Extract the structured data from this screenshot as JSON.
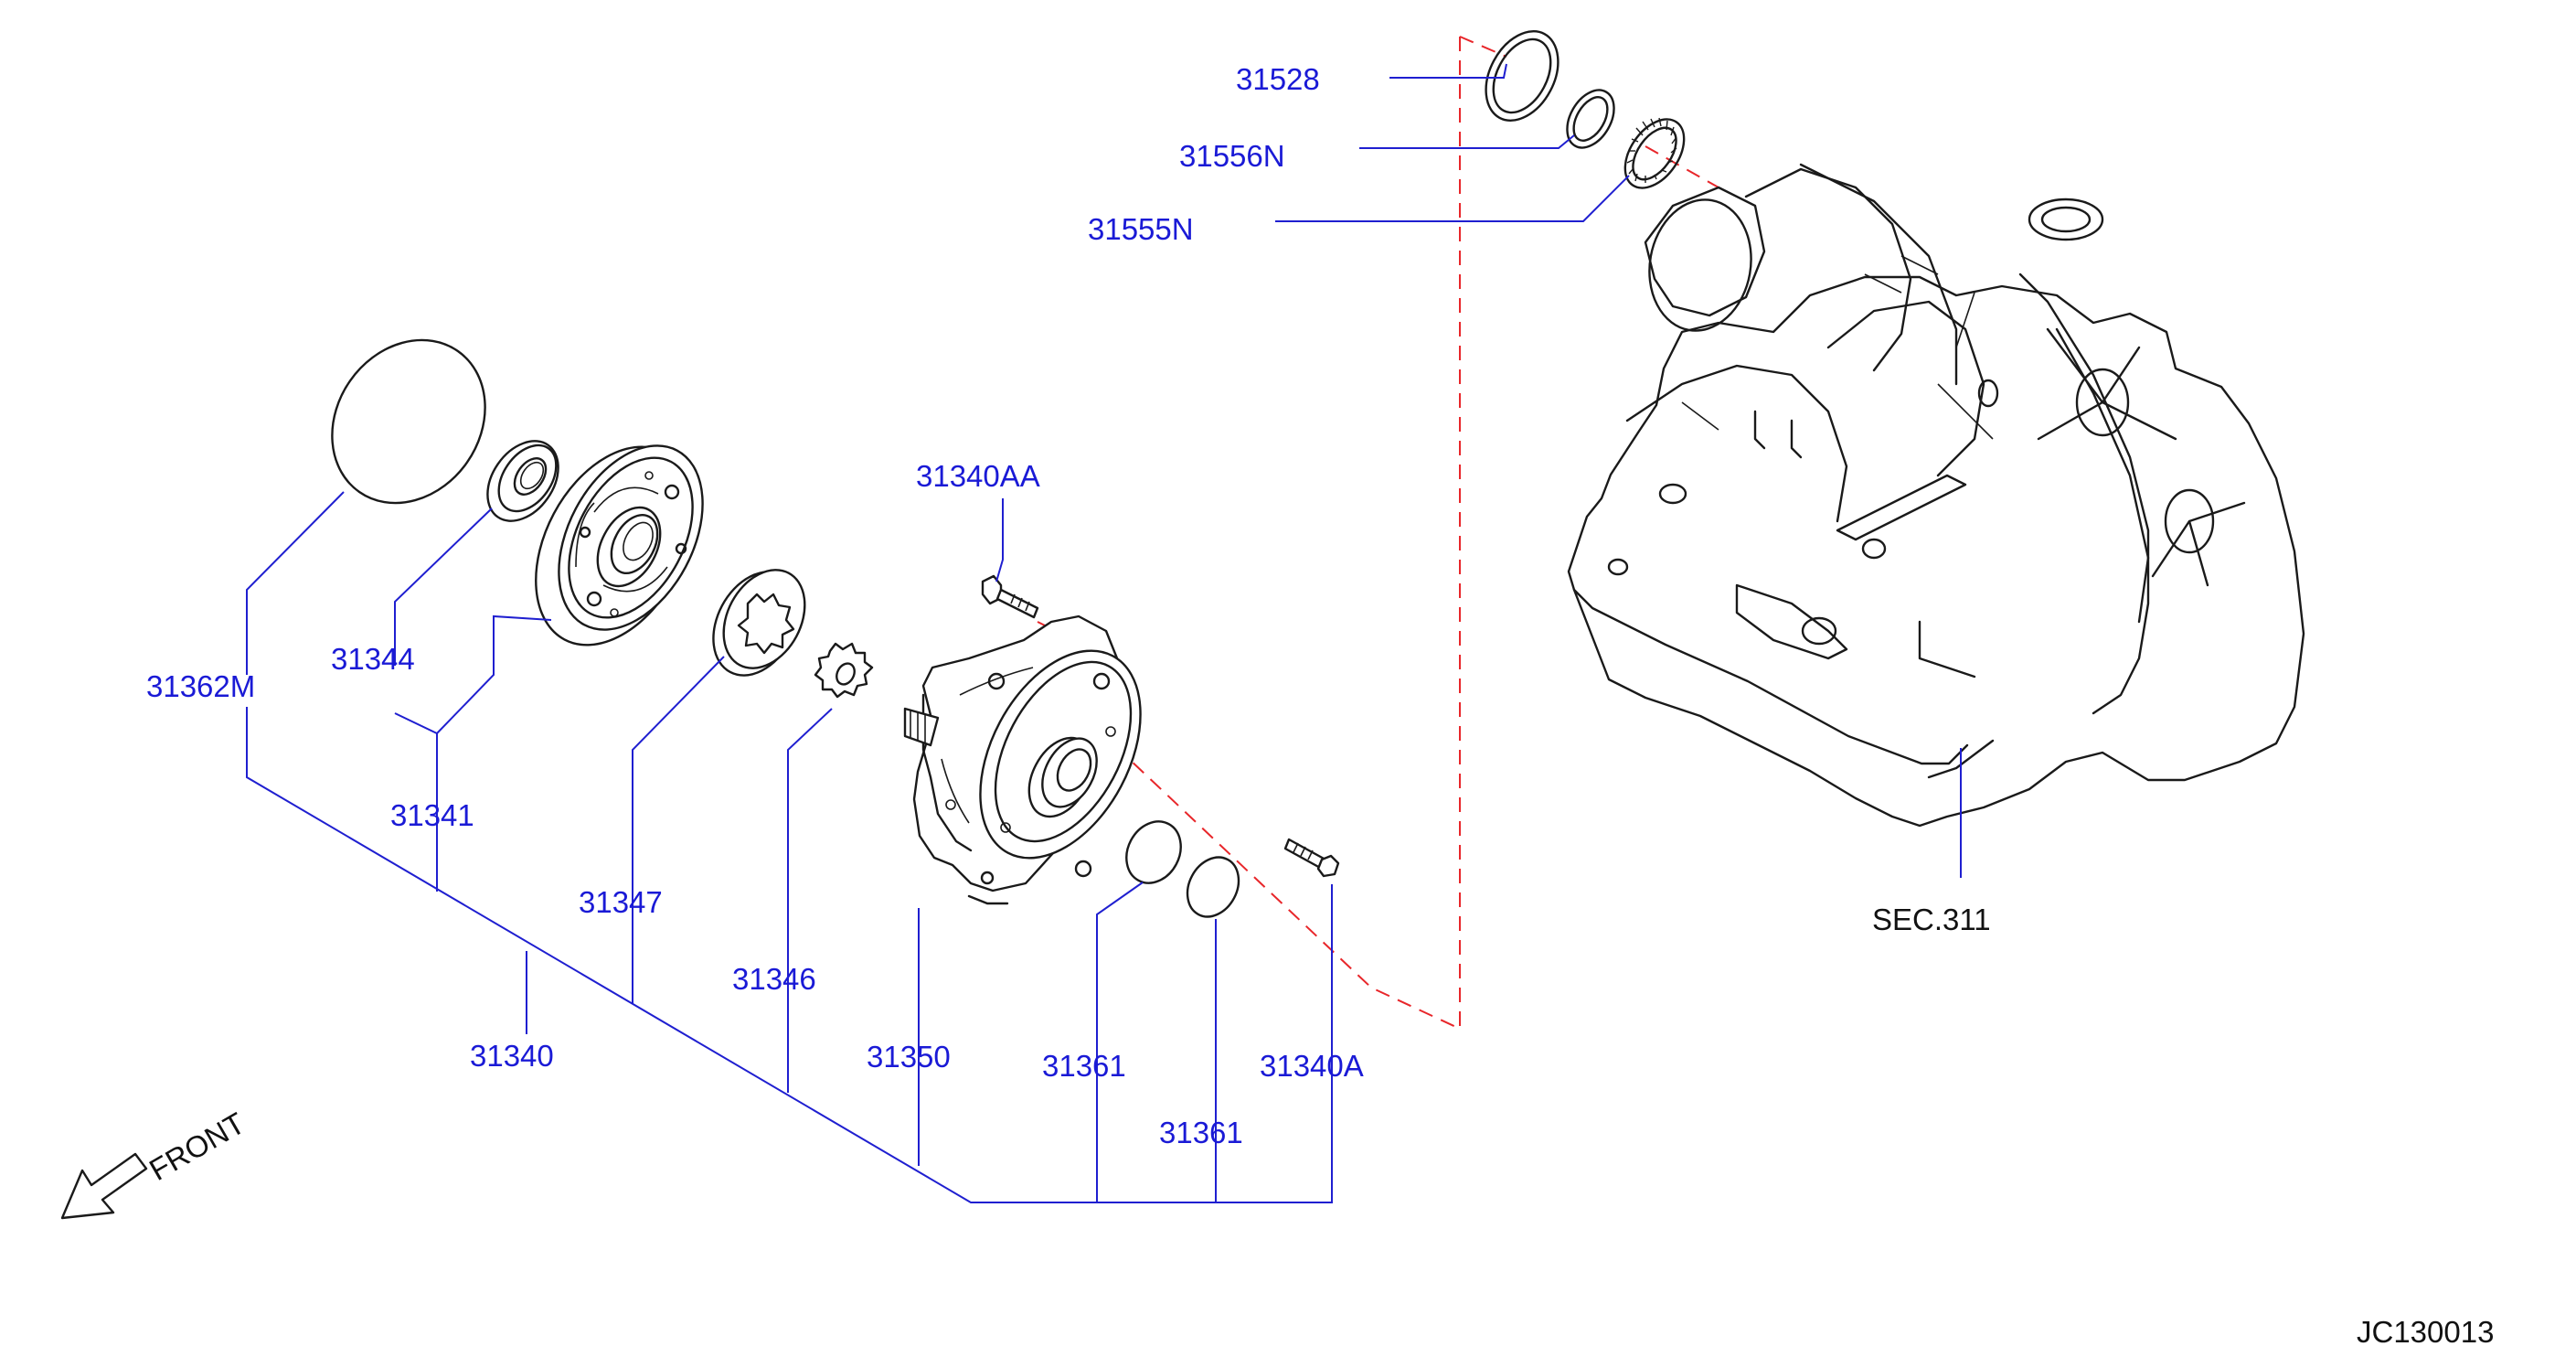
{
  "diagram": {
    "parts": {
      "p31528": "31528",
      "p31556N": "31556N",
      "p31555N": "31555N",
      "p31340AA": "31340AA",
      "p31362M": "31362M",
      "p31344": "31344",
      "p31341": "31341",
      "p31347": "31347",
      "p31346": "31346",
      "p31340": "31340",
      "p31350": "31350",
      "p31361a": "31361",
      "p31361b": "31361",
      "p31340A": "31340A"
    },
    "section_ref": "SEC.311",
    "front_label": "FRONT",
    "diagram_code": "JC130013"
  },
  "colors": {
    "label": "#1a1ad6",
    "leader": "#1f1fd0",
    "dashed_axis": "#e8262a",
    "drawing": "#1a1a1a"
  }
}
